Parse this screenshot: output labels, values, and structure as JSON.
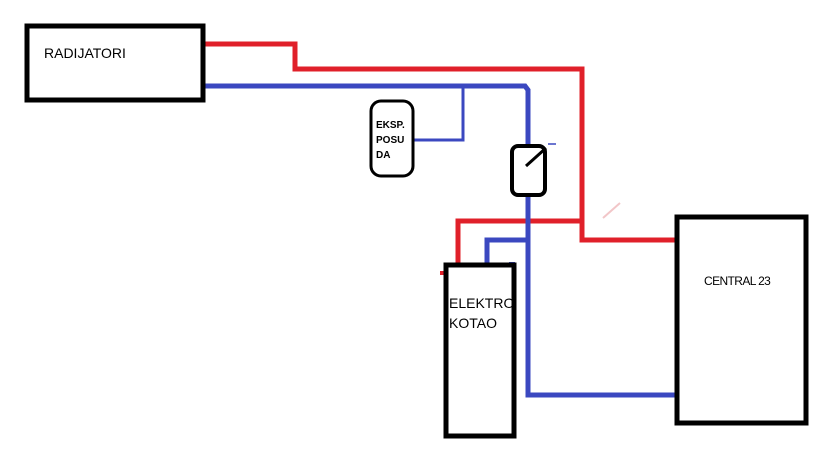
{
  "diagram": {
    "title": "",
    "colors": {
      "hot_pipe": "#e0202a",
      "cold_pipe": "#3b48c0",
      "outline": "#000000",
      "background": "#ffffff"
    },
    "components": {
      "radiators": {
        "label": "RADIJATORI"
      },
      "expansion_vessel": {
        "label_lines": [
          "EKSP.",
          "POSU",
          "DA"
        ]
      },
      "pump": {
        "label": ""
      },
      "electric_boiler": {
        "label_lines": [
          "ELEKTRO",
          "KOTAO"
        ]
      },
      "central_boiler": {
        "label": "CENTRAL 23"
      }
    },
    "pipes": [
      {
        "name": "supply-radiators-to-main",
        "type": "hot"
      },
      {
        "name": "supply-main-to-central",
        "type": "hot"
      },
      {
        "name": "supply-branch-to-elektro",
        "type": "hot"
      },
      {
        "name": "return-radiators-to-pump",
        "type": "cold"
      },
      {
        "name": "return-branch-to-expansion",
        "type": "cold"
      },
      {
        "name": "return-pump-to-central",
        "type": "cold"
      },
      {
        "name": "return-branch-to-elektro",
        "type": "cold"
      }
    ]
  }
}
